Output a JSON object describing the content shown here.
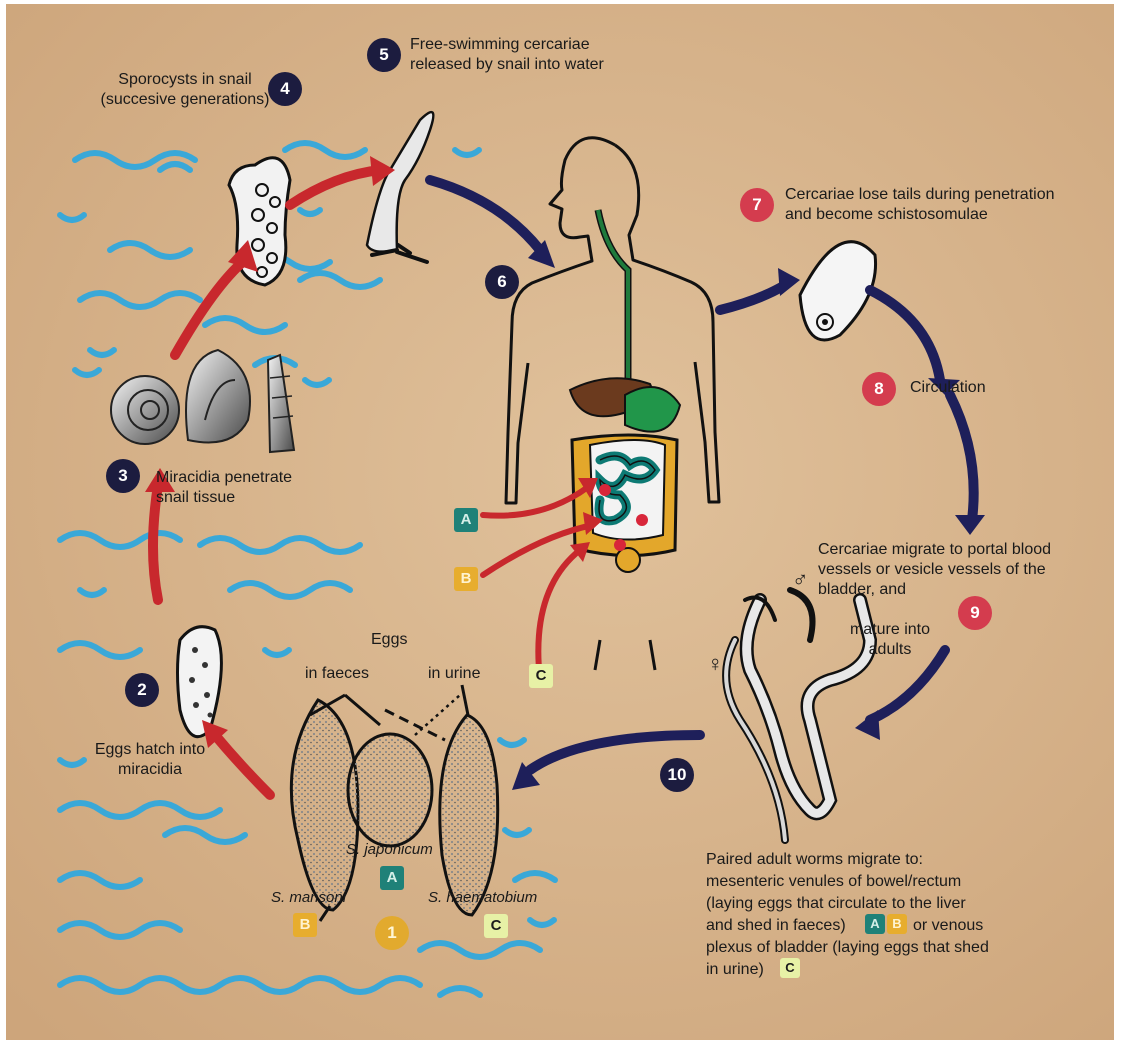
{
  "steps": {
    "s1": {
      "number": "1"
    },
    "s2": {
      "number": "2",
      "label": "Eggs hatch into\nmiracidia"
    },
    "s3": {
      "number": "3",
      "label": "Miracidia penetrate\nsnail tissue"
    },
    "s4": {
      "number": "4",
      "label": "Sporocysts in snail\n(succesive generations)"
    },
    "s5": {
      "number": "5",
      "label": "Free-swimming cercariae\nreleased by snail into water"
    },
    "s6": {
      "number": "6"
    },
    "s7": {
      "number": "7",
      "label": "Cercariae lose tails during penetration\nand become schistosomulae"
    },
    "s8": {
      "number": "8",
      "label": "Circulation"
    },
    "s9": {
      "number": "9",
      "label_a": "Cercariae migrate to portal blood\nvessels or vesicle vessels of the\nbladder, and",
      "label_b": "mature into\nadults"
    },
    "s10": {
      "number": "10"
    }
  },
  "eggs": {
    "heading": "Eggs",
    "in_faeces": "in faeces",
    "in_urine": "in urine",
    "species": {
      "mansoni": "S. mansoni",
      "japonicum": "S. japonicum",
      "haematobium": "S. haematobium"
    }
  },
  "badges": {
    "a": "A",
    "b": "B",
    "c": "C"
  },
  "symbols": {
    "male": "♂",
    "female": "♀"
  },
  "paired": {
    "l1": "Paired adult worms migrate to:",
    "l2": "mesenteric venules of bowel/rectum",
    "l3": "(laying eggs that circulate to the liver",
    "l4": "and shed in faeces)",
    "l4b": "or venous",
    "l5": "plexus of bladder (laying eggs that shed",
    "l6": "in urine)"
  },
  "colors": {
    "background": "#d6b38c",
    "water": "#3aa8d8",
    "red_arrow": "#c8282d",
    "navy_arrow": "#1e1f5a",
    "green_tract": "#1f7a3c"
  }
}
